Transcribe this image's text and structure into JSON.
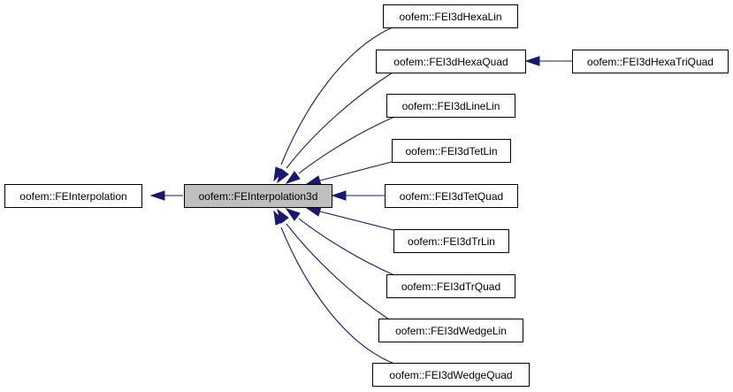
{
  "diagram": {
    "nodes": {
      "fe_interpolation": "oofem::FEInterpolation",
      "fe_interpolation_3d": "oofem::FEInterpolation3d",
      "hexa_lin": "oofem::FEI3dHexaLin",
      "hexa_quad": "oofem::FEI3dHexaQuad",
      "hexa_tri_quad": "oofem::FEI3dHexaTriQuad",
      "line_lin": "oofem::FEI3dLineLin",
      "tet_lin": "oofem::FEI3dTetLin",
      "tet_quad": "oofem::FEI3dTetQuad",
      "tr_lin": "oofem::FEI3dTrLin",
      "tr_quad": "oofem::FEI3dTrQuad",
      "wedge_lin": "oofem::FEI3dWedgeLin",
      "wedge_quad": "oofem::FEI3dWedgeQuad"
    },
    "edges": [
      {
        "from": "fe_interpolation_3d",
        "to": "fe_interpolation"
      },
      {
        "from": "hexa_lin",
        "to": "fe_interpolation_3d"
      },
      {
        "from": "hexa_quad",
        "to": "fe_interpolation_3d"
      },
      {
        "from": "hexa_tri_quad",
        "to": "hexa_quad"
      },
      {
        "from": "line_lin",
        "to": "fe_interpolation_3d"
      },
      {
        "from": "tet_lin",
        "to": "fe_interpolation_3d"
      },
      {
        "from": "tet_quad",
        "to": "fe_interpolation_3d"
      },
      {
        "from": "tr_lin",
        "to": "fe_interpolation_3d"
      },
      {
        "from": "tr_quad",
        "to": "fe_interpolation_3d"
      },
      {
        "from": "wedge_lin",
        "to": "fe_interpolation_3d"
      },
      {
        "from": "wedge_quad",
        "to": "fe_interpolation_3d"
      }
    ],
    "colors": {
      "edge": "#191970",
      "current_node_fill": "#bfbfbf",
      "node_fill": "#ffffff",
      "node_border": "#000000"
    }
  }
}
